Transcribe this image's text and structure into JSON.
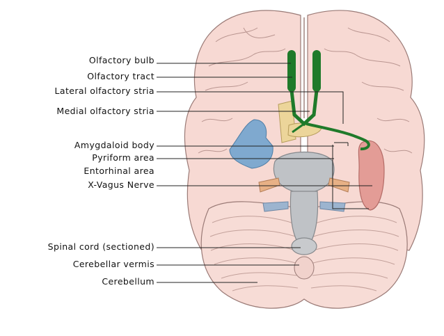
{
  "labels": [
    "Olfactory bulb",
    "Olfactory tract",
    "Lateral olfactory stria",
    "Medial olfactory stria",
    "Amygdaloid body",
    "Pyriform area",
    "Entorhinal area",
    "X-Vagus Nerve",
    "Spinal cord (sectioned)",
    "Cerebellar vermis",
    "Cerebellum"
  ],
  "colors": {
    "cerebrum": "#f7d9d3",
    "cerebrum_outline": "#9a7a76",
    "olfactory": "#1f7a2a",
    "amygdala": "#e39c96",
    "temporal_vessels": "#7fa9cf",
    "nerve_yellow": "#ecd59a",
    "brainstem": "#bfc2c6",
    "cerebellum": "#f7dcd6",
    "leader_line": "#222222"
  }
}
